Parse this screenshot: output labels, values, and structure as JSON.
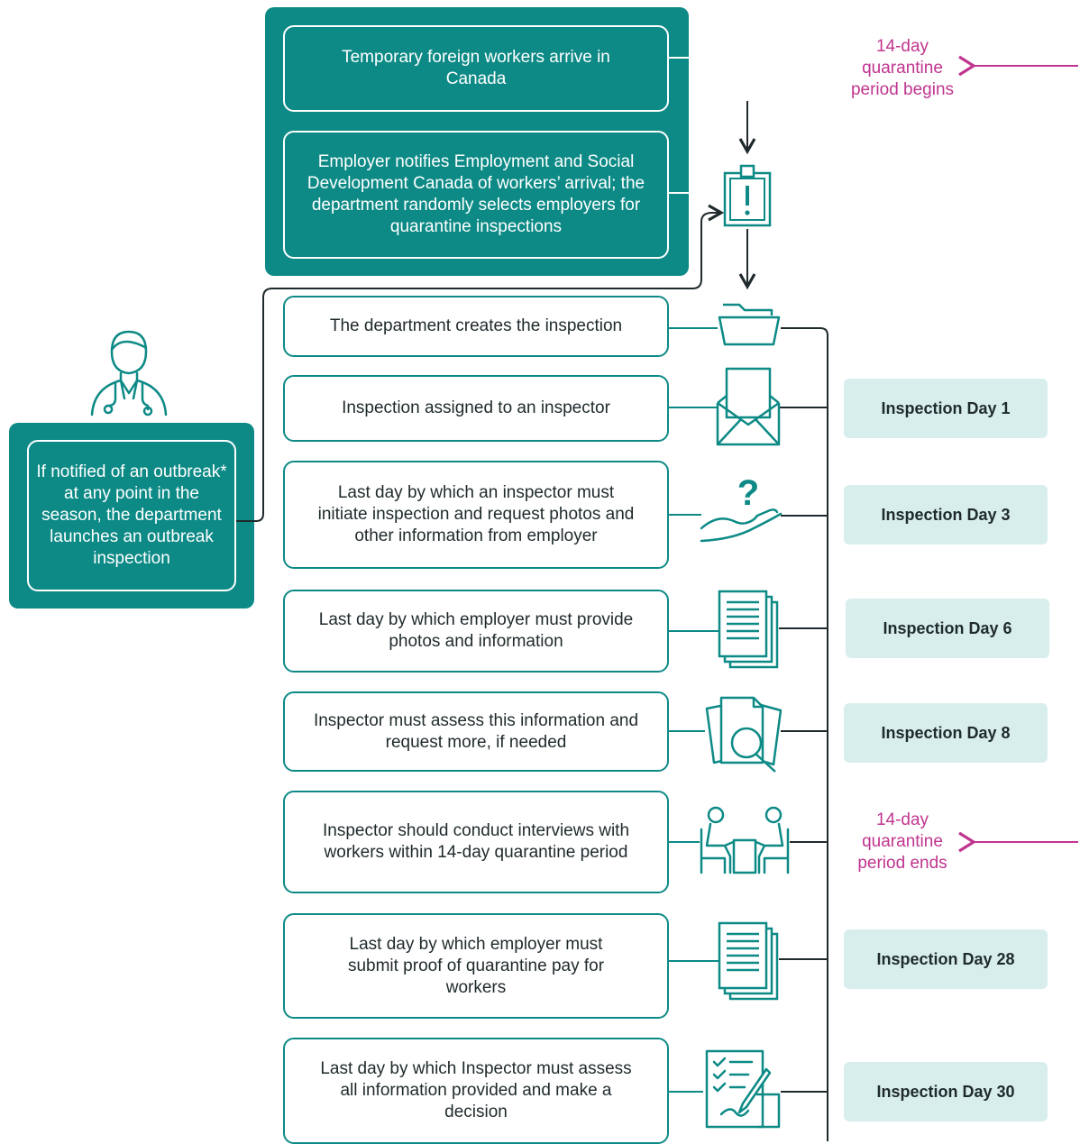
{
  "steps": {
    "arrive": "Temporary foreign workers arrive in Canada",
    "notify": "Employer notifies Employment and Social Development Canada of workers’ arrival; the department randomly selects employers for quarantine inspections",
    "create": "The department creates the inspection",
    "assign": "Inspection assigned to an inspector",
    "initiate": "Last day by which an inspector must initiate inspection and request photos and other information from employer",
    "provide": "Last day by which employer must provide photos and information",
    "assess": "Inspector must assess this information and request more, if needed",
    "interview": "Inspector should conduct interviews with workers within 14-day quarantine period",
    "pay": "Last day by which employer must submit proof of quarantine pay for workers",
    "decide": "Last day by which Inspector must assess all information provided and make a decision"
  },
  "outbreak": "If notified of an outbreak* at any point in the season, the department launches an outbreak inspection",
  "days": {
    "d1": "Inspection Day 1",
    "d3": "Inspection Day 3",
    "d6": "Inspection Day 6",
    "d8": "Inspection Day 8",
    "d28": "Inspection Day 28",
    "d30": "Inspection Day 30"
  },
  "quarantine": {
    "begins": "14-day quarantine period begins",
    "ends": "14-day quarantine period ends"
  },
  "colors": {
    "teal": "#0d8a86",
    "magenta": "#c0358f",
    "day_bg": "#d8eeed"
  },
  "icons": [
    "workers-icon",
    "clipboard-alert-icon",
    "folder-icon",
    "envelope-icon",
    "hand-question-icon",
    "documents-icon",
    "magnifier-documents-icon",
    "interview-icon",
    "checklist-sign-icon",
    "doctor-icon"
  ]
}
